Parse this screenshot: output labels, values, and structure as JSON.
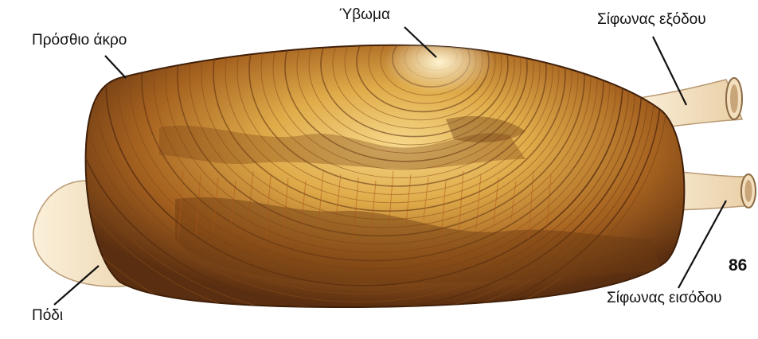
{
  "labels": {
    "anterior_end": "Πρόσθιο άκρο",
    "umbo": "Ύβωμα",
    "exhalant_siphon": "Σίφωνας εξόδου",
    "foot": "Πόδι",
    "inhalant_siphon": "Σίφωνας εισόδου"
  },
  "page_number": "86",
  "colors": {
    "shell_dark": "#5a2e10",
    "shell_mid": "#a5611f",
    "shell_light": "#e0ac4a",
    "shell_highlight": "#fbe9b4",
    "soft_tissue": "#f3dfbd",
    "leader_line": "#111111"
  }
}
